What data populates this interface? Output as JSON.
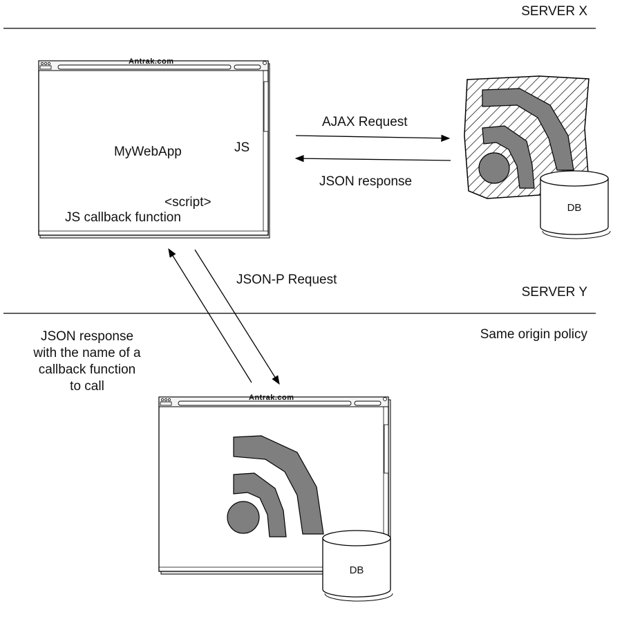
{
  "servers": {
    "x_label": "SERVER X",
    "y_label": "SERVER Y",
    "policy_note": "Same origin policy"
  },
  "browser_main": {
    "url": "Antrak.com",
    "app_name": "MyWebApp",
    "js_label": "JS",
    "script_tag": "<script>",
    "callback_label": "JS callback function"
  },
  "browser_remote": {
    "url": "Antrak.com"
  },
  "server_x": {
    "db_label": "DB"
  },
  "server_y": {
    "db_label": "DB"
  },
  "flows": {
    "ajax_request": "AJAX Request",
    "json_response": "JSON response",
    "jsonp_request": "JSON-P Request",
    "jsonp_response_line1": "JSON response",
    "jsonp_response_line2": "with the name of a",
    "jsonp_response_line3": "callback function",
    "jsonp_response_line4": "to call"
  },
  "colors": {
    "feed_fill": "#7f7f7f",
    "line": "#000000",
    "window_bg": "#ffffff"
  },
  "icons": [
    "rss-feed-icon",
    "database-icon",
    "browser-window-icon"
  ]
}
